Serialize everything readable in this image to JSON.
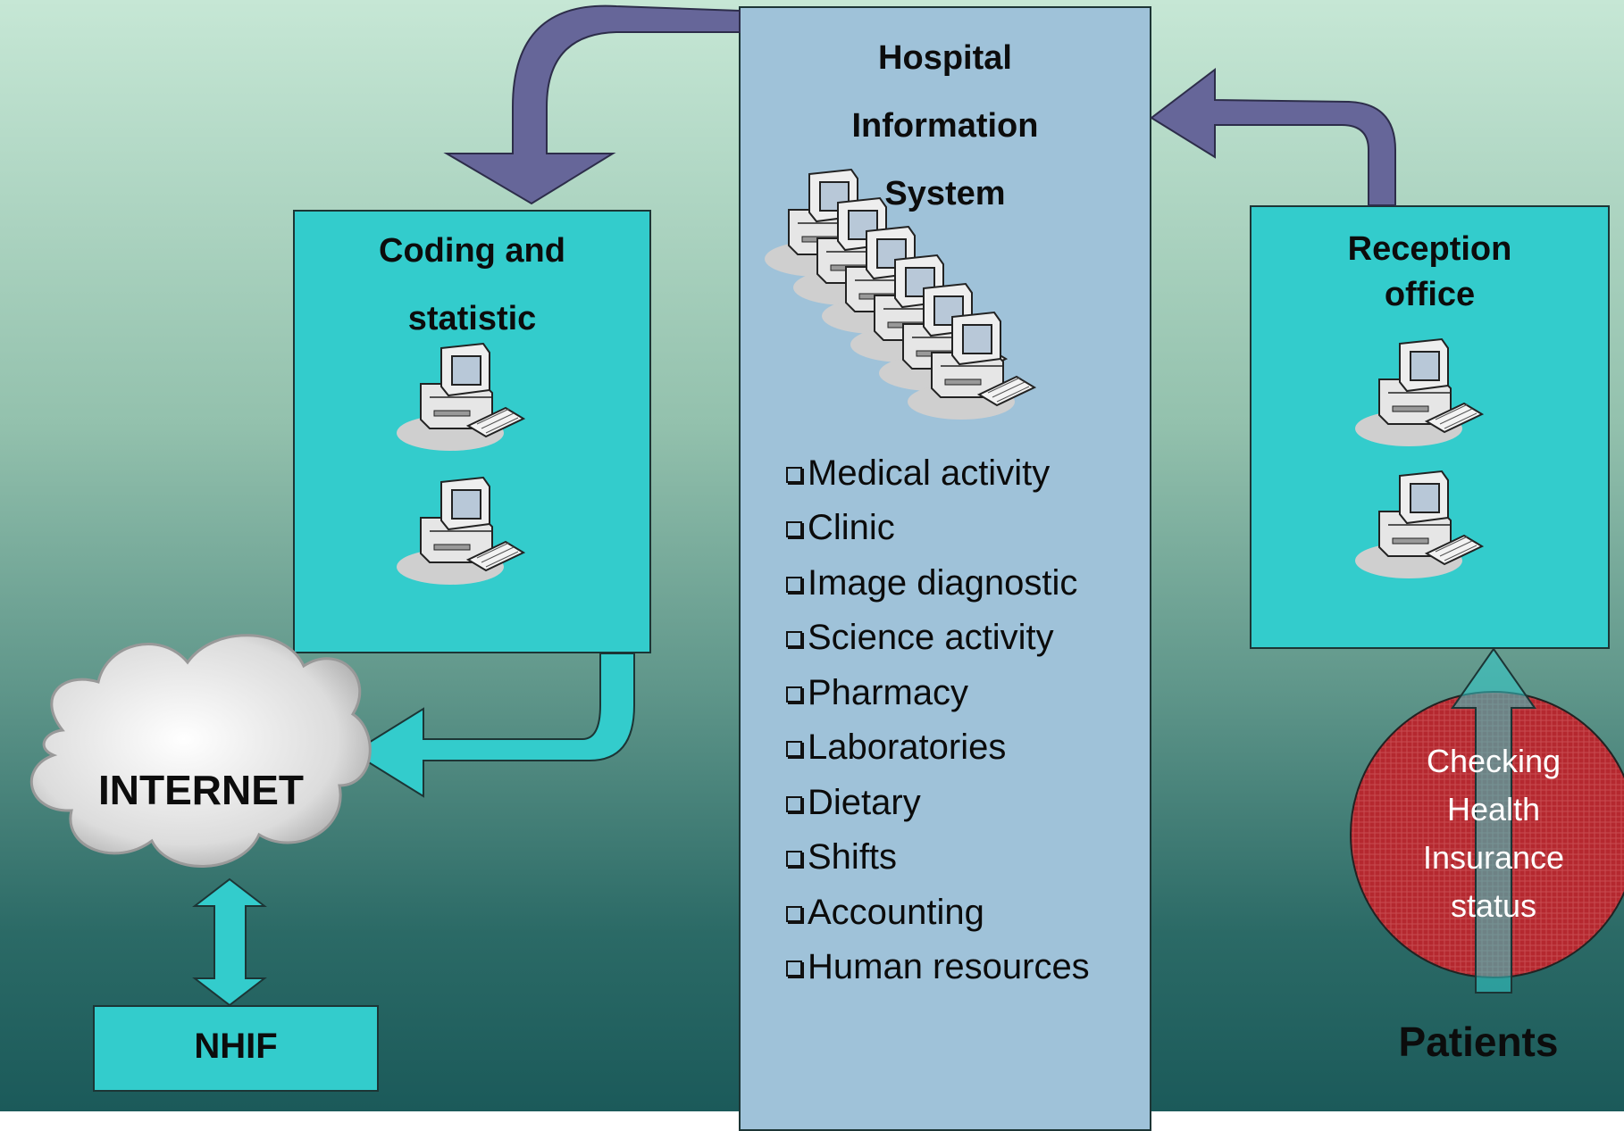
{
  "his": {
    "title_lines": [
      "Hospital",
      "Information",
      "System"
    ],
    "modules": [
      "Medical activity",
      "Clinic",
      "Image diagnostic",
      "Science activity",
      "Pharmacy",
      "Laboratories",
      "Dietary",
      "Shifts",
      "Accounting",
      "Human resources"
    ]
  },
  "coding": {
    "title_lines": [
      "Coding and",
      "statistic"
    ]
  },
  "reception": {
    "title_lines": [
      "Reception",
      "office"
    ]
  },
  "internet": {
    "label": "INTERNET"
  },
  "nhif": {
    "label": "NHIF"
  },
  "check": {
    "lines": [
      "Checking",
      "Health",
      "Insurance",
      "status"
    ]
  },
  "patients": {
    "label": "Patients"
  },
  "colors": {
    "box": "#33cccc",
    "his": "#9fc2d9",
    "arrow": "#666699",
    "circle": "#b5282f"
  }
}
